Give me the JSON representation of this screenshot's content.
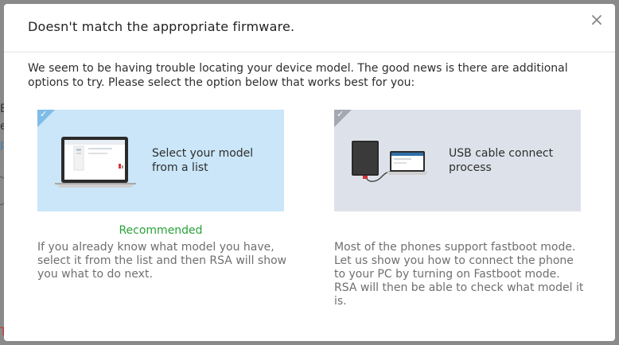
{
  "background": {
    "frag_b": "E",
    "frag_e": "e",
    "frag_p": "p",
    "frag_t": "T"
  },
  "dialog": {
    "title": "Doesn't match the appropriate firmware.",
    "close_label": "×",
    "intro": "We seem to be having trouble locating your device model. The good news is there are additional options to try. Please select the option below that works best for you:"
  },
  "options": [
    {
      "label": "Select your model from a list",
      "badge": "Recommended",
      "description": "If you already know what model you have, select it from the list and then RSA will show you what to do next.",
      "icon": "laptop-model-list-icon"
    },
    {
      "label": "USB cable connect process",
      "description": "Most of the phones support fastboot mode. Let us show you how to connect the phone to your PC by turning on Fastboot mode. RSA will then be able to check what model it is.",
      "icon": "phone-usb-laptop-icon"
    }
  ],
  "check_glyph": "✓",
  "colors": {
    "primary_card": "#cae6f8",
    "secondary_card": "#dde2ea",
    "recommended": "#2aa13a"
  }
}
